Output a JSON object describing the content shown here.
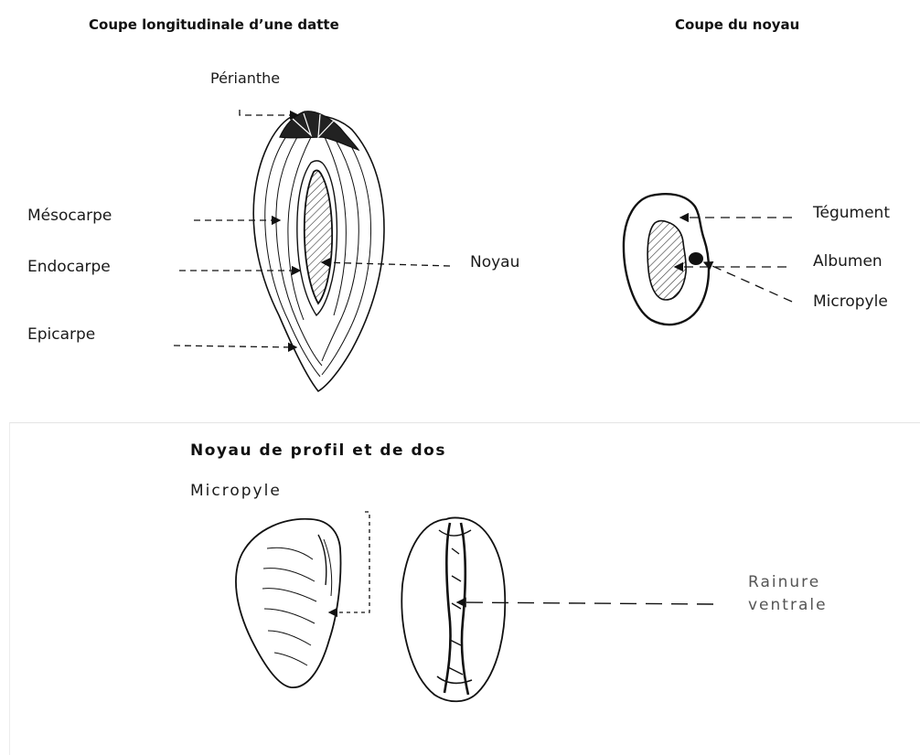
{
  "figure1": {
    "title": "Coupe longitudinale d’une datte",
    "labels": {
      "perianthe": "Périanthe",
      "mesocarpe": "Mésocarpe",
      "endocarpe": "Endocarpe",
      "epicarpe": "Epicarpe",
      "noyau": "Noyau"
    }
  },
  "figure2": {
    "title": "Coupe du noyau",
    "labels": {
      "tegument": "Tégument",
      "albumen": "Albumen",
      "micropyle": "Micropyle"
    }
  },
  "figure3": {
    "title": "Noyau de profil et de dos",
    "labels": {
      "micropyle": "Micropyle",
      "rainure_line1": "Rainure",
      "rainure_line2": "ventrale"
    }
  }
}
